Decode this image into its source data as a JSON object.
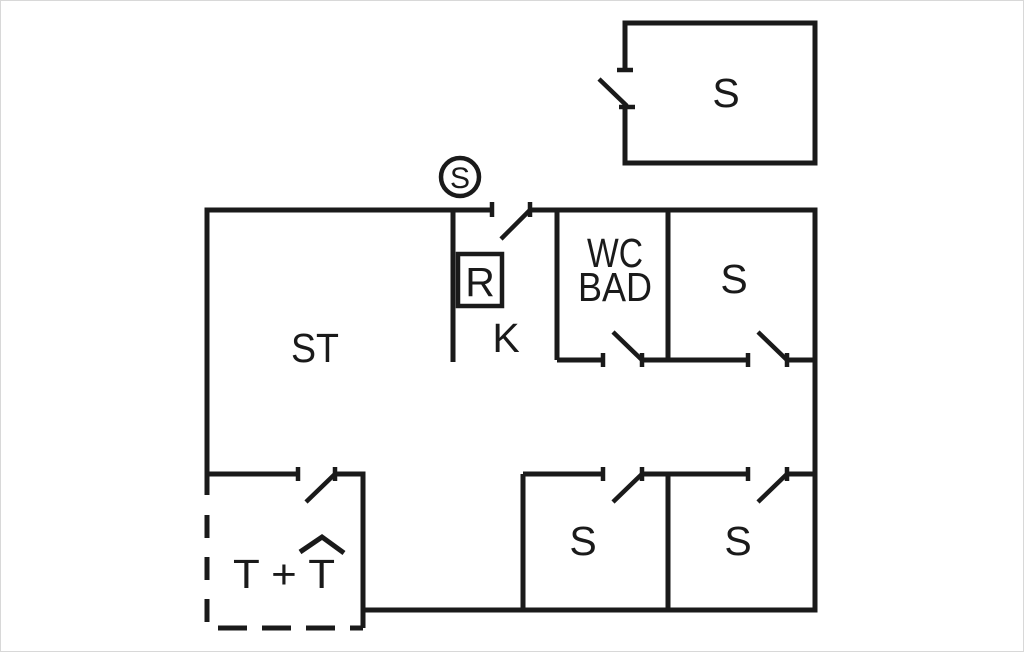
{
  "plan": {
    "background_color": "#ffffff",
    "line_color": "#1a1a1a",
    "labels": {
      "annex_room": "S",
      "living_room": "ST",
      "kitchen": "K",
      "bath_wc": "WC",
      "bath_bad": "BAD",
      "bedroom_top_right": "S",
      "bedroom_bottom_left": "S",
      "bedroom_bottom_right": "S",
      "terrace": "T + T",
      "appliance_r": "R",
      "circled_s": "S"
    }
  }
}
